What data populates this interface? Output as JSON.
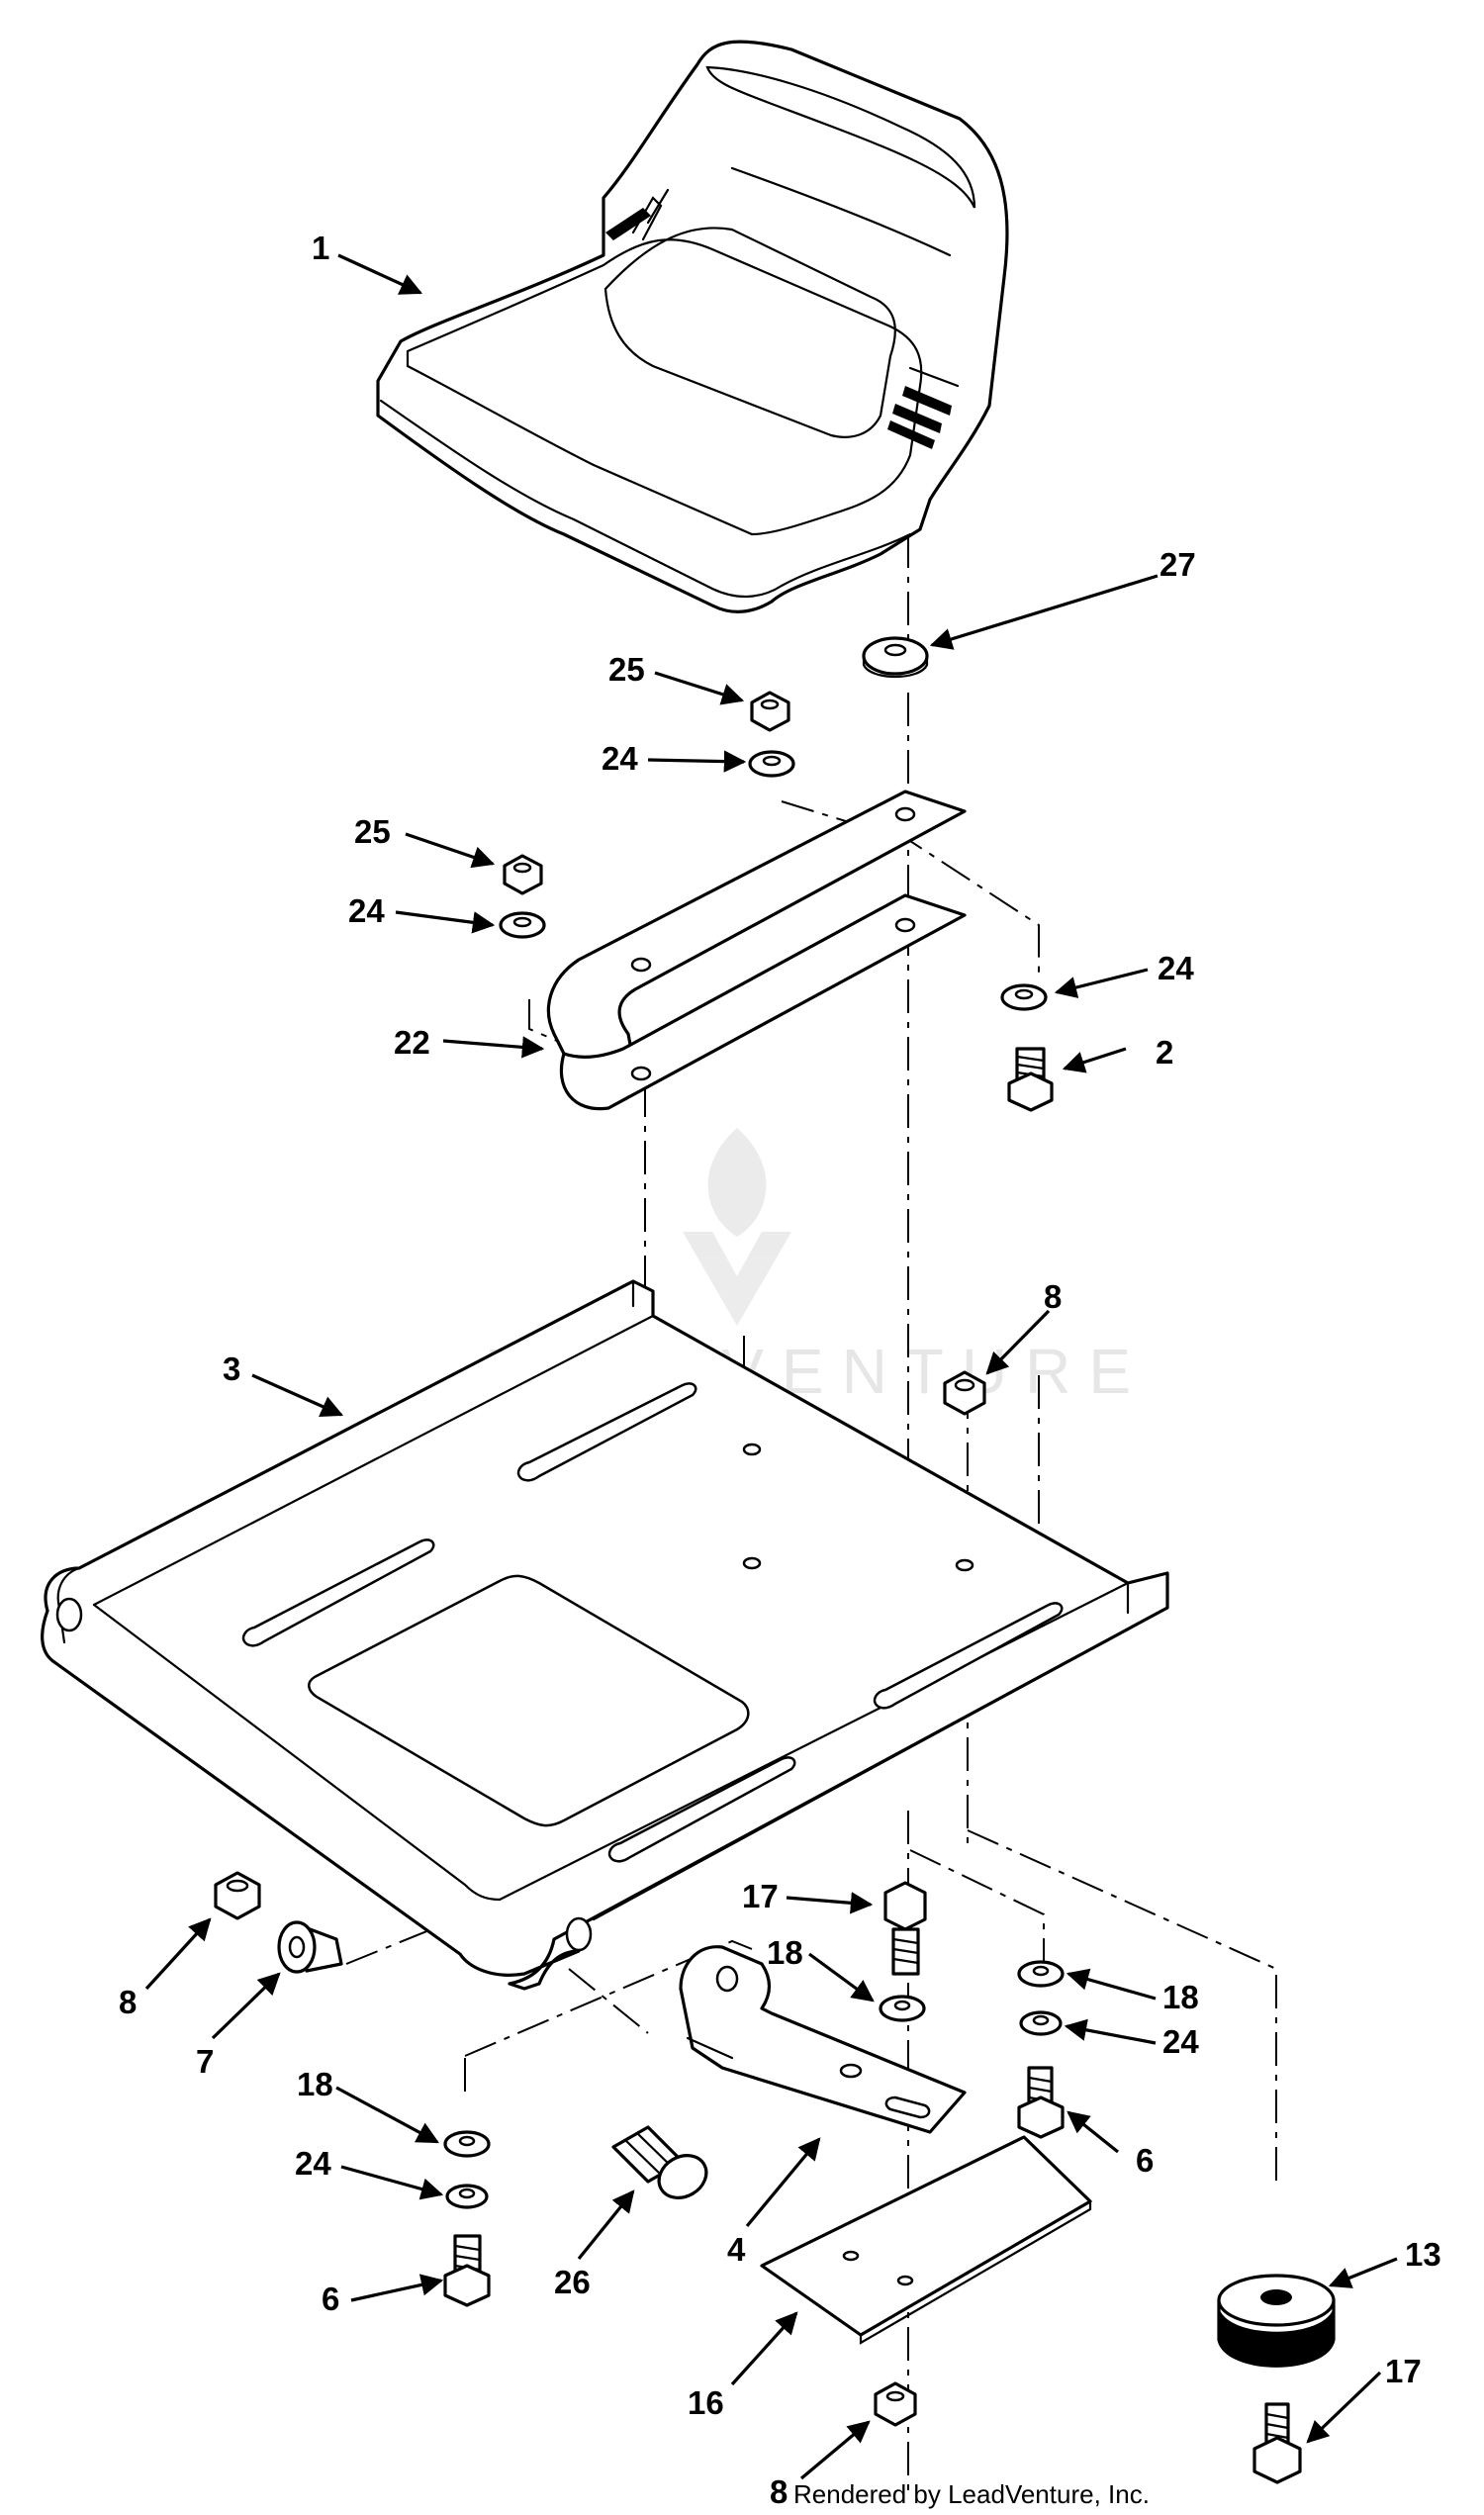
{
  "callouts": [
    {
      "id": "c1",
      "label": "1"
    },
    {
      "id": "c27",
      "label": "27"
    },
    {
      "id": "c25a",
      "label": "25"
    },
    {
      "id": "c24a",
      "label": "24"
    },
    {
      "id": "c25b",
      "label": "25"
    },
    {
      "id": "c24b",
      "label": "24"
    },
    {
      "id": "c24c",
      "label": "24"
    },
    {
      "id": "c22",
      "label": "22"
    },
    {
      "id": "c2",
      "label": "2"
    },
    {
      "id": "c8a",
      "label": "8"
    },
    {
      "id": "c3",
      "label": "3"
    },
    {
      "id": "c17a",
      "label": "17"
    },
    {
      "id": "c18a",
      "label": "18"
    },
    {
      "id": "c18b",
      "label": "18"
    },
    {
      "id": "c8b",
      "label": "8"
    },
    {
      "id": "c7",
      "label": "7"
    },
    {
      "id": "c24d",
      "label": "24"
    },
    {
      "id": "c18c",
      "label": "18"
    },
    {
      "id": "c6a",
      "label": "6"
    },
    {
      "id": "c24e",
      "label": "24"
    },
    {
      "id": "c26",
      "label": "26"
    },
    {
      "id": "c4",
      "label": "4"
    },
    {
      "id": "c6b",
      "label": "6"
    },
    {
      "id": "c13",
      "label": "13"
    },
    {
      "id": "c16",
      "label": "16"
    },
    {
      "id": "c17b",
      "label": "17"
    },
    {
      "id": "c8c",
      "label": "8"
    }
  ],
  "watermark": "LEADVENTURE",
  "credit": "Rendered by LeadVenture, Inc."
}
